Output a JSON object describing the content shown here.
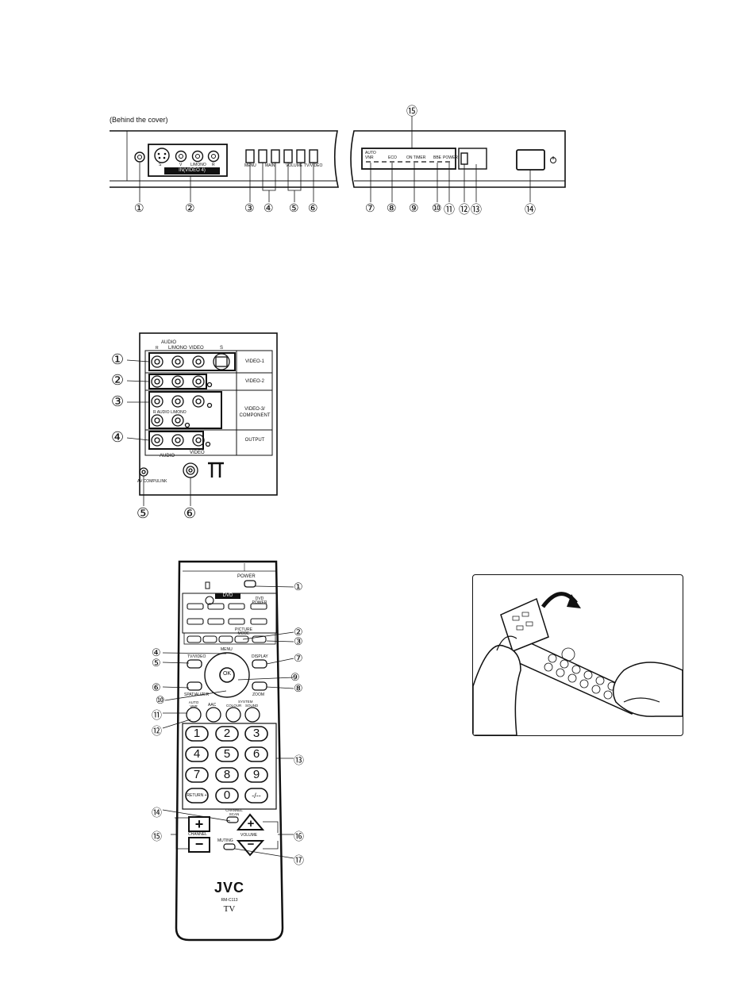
{
  "front_panel": {
    "caption": "(Behind the cover)",
    "av_label": "IN(VIDEO 4)",
    "jack_labels": [
      "S",
      "V",
      "L/MONO",
      "R"
    ],
    "button_labels": [
      "MENU",
      "MAIN",
      "VOLUME",
      "TV/VIDEO"
    ],
    "indicator_labels": [
      "AUTO VNR",
      "ECO",
      "ON TIMER",
      "BBE",
      "POWER"
    ],
    "callouts_left": [
      "①",
      "②",
      "③",
      "④",
      "⑤",
      "⑥"
    ],
    "callouts_right": [
      "⑦",
      "⑧",
      "⑨",
      "⑩",
      "⑪",
      "⑫",
      "⑬",
      "⑭"
    ],
    "callout_top": "⑮"
  },
  "rear_panel": {
    "top_labels": {
      "audio": "AUDIO",
      "r": "R",
      "lmono": "L/MONO",
      "video": "VIDEO",
      "s": "S"
    },
    "row_labels": [
      "VIDEO-1",
      "VIDEO-2",
      "VIDEO-3/ COMPONENT",
      "OUTPUT"
    ],
    "row3_sub": "R AUDIO L/MONO",
    "bottom_labels": {
      "audio": "AUDIO",
      "video": "VIDEO",
      "compulink": "AV COMPULINK"
    },
    "callouts": [
      "①",
      "②",
      "③",
      "④",
      "⑤",
      "⑥"
    ]
  },
  "remote": {
    "power": "POWER",
    "dvd": "DVD",
    "dvd_power": "DVD POWER",
    "picture_mode": "PICTURE MODE",
    "menu": "MENU",
    "tv_video": "TV/VIDEO",
    "display": "DISPLAY",
    "ok": "OK",
    "spatializer": "SPATIALIZER",
    "zoom": "ZOOM",
    "auto_vnr": "AUTO VNR",
    "aac": "AAC",
    "system": "SYSTEM",
    "colour": "COLOUR",
    "sound": "SOUND",
    "digits": [
      "1",
      "2",
      "3",
      "4",
      "5",
      "6",
      "7",
      "8",
      "9",
      "0"
    ],
    "return": "RETURN +",
    "dash": "-/--",
    "channel_scan": "CHANNEL SCAN",
    "channel": "CHANNEL",
    "volume": "VOLUME",
    "muting": "MUTING",
    "brand": "JVC",
    "model": "RM-C113",
    "tv": "TV",
    "callouts": [
      "①",
      "②",
      "③",
      "④",
      "⑤",
      "⑥",
      "⑦",
      "⑧",
      "⑨",
      "⑩",
      "⑪",
      "⑫",
      "⑬",
      "⑭",
      "⑮",
      "⑯",
      "⑰"
    ]
  }
}
